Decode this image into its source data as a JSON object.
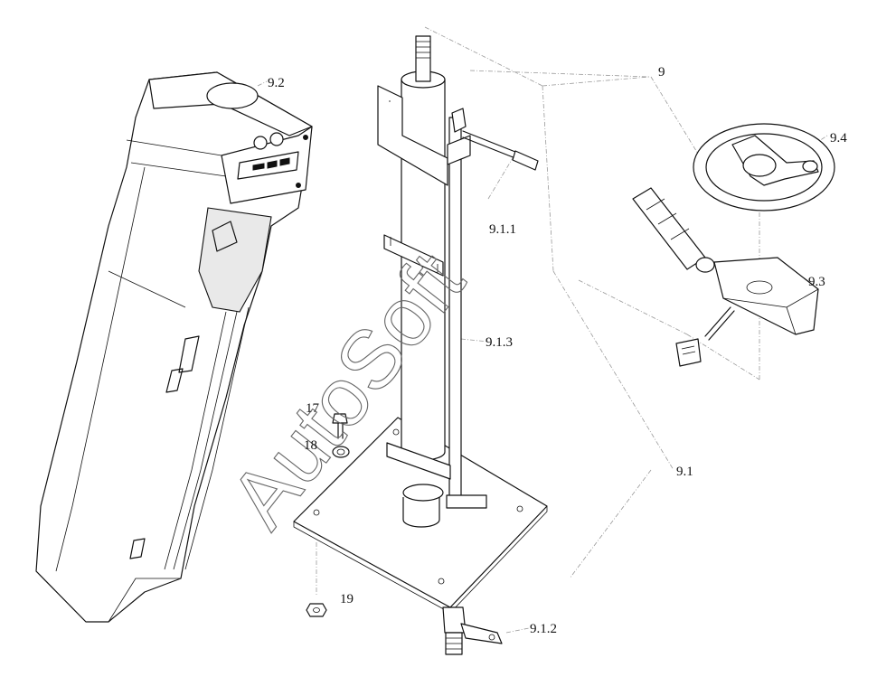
{
  "diagram": {
    "watermark": "AutoSoft",
    "callouts": [
      {
        "id": "9",
        "text": "9"
      },
      {
        "id": "9.1",
        "text": "9.1"
      },
      {
        "id": "9.1.1",
        "text": "9.1.1"
      },
      {
        "id": "9.1.2",
        "text": "9.1.2"
      },
      {
        "id": "9.1.3",
        "text": "9.1.3"
      },
      {
        "id": "9.2",
        "text": "9.2"
      },
      {
        "id": "9.3",
        "text": "9.3"
      },
      {
        "id": "9.4",
        "text": "9.4"
      },
      {
        "id": "17",
        "text": "17"
      },
      {
        "id": "18",
        "text": "18"
      },
      {
        "id": "19",
        "text": "19"
      }
    ]
  }
}
